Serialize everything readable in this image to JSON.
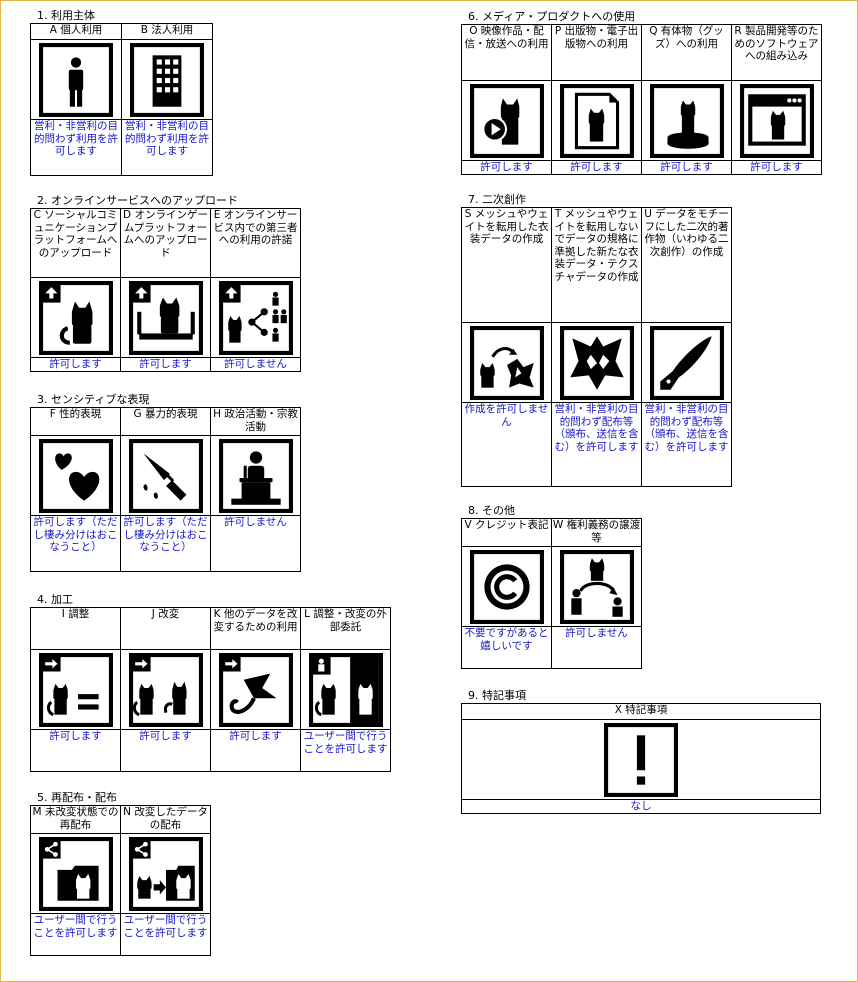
{
  "sections": [
    {
      "id": "s1",
      "title": "1. 利用主体",
      "items": [
        {
          "header": "A 個人利用",
          "icon": "person-icon",
          "desc": "営利・非営利の目的問わず利用を許可します"
        },
        {
          "header": "B 法人利用",
          "icon": "office-building-icon",
          "desc": "営利・非営利の目的問わず利用を許可します"
        }
      ]
    },
    {
      "id": "s2",
      "title": "2. オンラインサービスへのアップロード",
      "items": [
        {
          "header": "C ソーシャルコミュニケーションプラットフォームへのアップロード",
          "icon": "upload-social-icon",
          "desc": "許可します"
        },
        {
          "header": "D オンラインゲームプラットフォームへのアップロード",
          "icon": "upload-game-icon",
          "desc": "許可します"
        },
        {
          "header": "E オンラインサービス内での第三者への利用の許諾",
          "icon": "share-third-party-icon",
          "desc": "許可しません"
        }
      ]
    },
    {
      "id": "s3",
      "title": "3. センシティブな表現",
      "items": [
        {
          "header": "F 性的表現",
          "icon": "hearts-icon",
          "desc": "許可します（ただし棲み分けはおこなうこと）"
        },
        {
          "header": "G 暴力的表現",
          "icon": "knife-icon",
          "desc": "許可します（ただし棲み分けはおこなうこと）"
        },
        {
          "header": "H 政治活動・宗教活動",
          "icon": "podium-speaker-icon",
          "desc": "許可しません"
        }
      ]
    },
    {
      "id": "s4",
      "title": "4. 加工",
      "items": [
        {
          "header": "I 調整",
          "icon": "adjust-icon",
          "desc": "許可します"
        },
        {
          "header": "J 改変",
          "icon": "modify-icon",
          "desc": "許可します"
        },
        {
          "header": "K 他のデータを改変するための利用",
          "icon": "modify-other-data-icon",
          "desc": "許可します"
        },
        {
          "header": "L 調整・改変の外部委託",
          "icon": "outsource-icon",
          "desc": "ユーザー間で行うことを許可します"
        }
      ]
    },
    {
      "id": "s5",
      "title": "5. 再配布・配布",
      "items": [
        {
          "header": "M 未改変状態での再配布",
          "icon": "redistribute-icon",
          "desc": "ユーザー間で行うことを許可します"
        },
        {
          "header": "N 改変したデータの配布",
          "icon": "distribute-modified-icon",
          "desc": "ユーザー間で行うことを許可します"
        }
      ]
    },
    {
      "id": "s6",
      "title": "6. メディア・プロダクトへの使用",
      "items": [
        {
          "header": "O 映像作品・配信・放送への利用",
          "icon": "video-icon",
          "desc": "許可します"
        },
        {
          "header": "P 出版物・電子出版物への利用",
          "icon": "publication-icon",
          "desc": "許可します"
        },
        {
          "header": "Q 有体物（グッズ）への利用",
          "icon": "figure-goods-icon",
          "desc": "許可します"
        },
        {
          "header": "R 製品開発等のためのソフトウェアへの組み込み",
          "icon": "software-window-icon",
          "desc": "許可します"
        }
      ]
    },
    {
      "id": "s7",
      "title": "7. 二次創作",
      "items": [
        {
          "header": "S メッシュやウェイトを転用した衣装データの作成",
          "icon": "mesh-reuse-icon",
          "desc": "作成を許可しません"
        },
        {
          "header": "T メッシュやウェイトを転用しないでデータの規格に準拠した新たな衣装データ・テクスチャデータの作成",
          "icon": "new-costume-icon",
          "desc": "営利・非営利の目的問わず配布等（頒布、送信を含む）を許可します"
        },
        {
          "header": "U データをモチーフにした二次的著作物（いわゆる二次創作）の作成",
          "icon": "pen-nib-icon",
          "desc": "営利・非営利の目的問わず配布等（頒布、送信を含む）を許可します"
        }
      ]
    },
    {
      "id": "s8",
      "title": "8. その他",
      "items": [
        {
          "header": "V クレジット表記",
          "icon": "copyright-icon",
          "desc": "不要ですがあると嬉しいです"
        },
        {
          "header": "W 権利義務の譲渡等",
          "icon": "transfer-rights-icon",
          "desc": "許可しません"
        }
      ]
    },
    {
      "id": "s9",
      "title": "9. 特記事項",
      "items": [
        {
          "header": "X 特記事項",
          "icon": "exclamation-icon",
          "desc": "なし"
        }
      ]
    }
  ]
}
